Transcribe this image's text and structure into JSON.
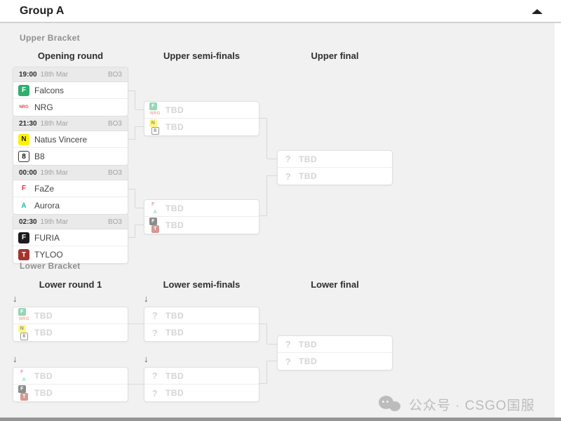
{
  "header": {
    "title": "Group A"
  },
  "icons": {
    "down_arrow": "↓",
    "unknown": "?"
  },
  "upper": {
    "section_label": "Upper Bracket",
    "columns": [
      "Opening round",
      "Upper semi-finals",
      "Upper final"
    ],
    "matches": [
      {
        "time": "19:00",
        "date": "18th Mar",
        "format": "BO3",
        "rows": [
          {
            "name": "Falcons"
          },
          {
            "name": "NRG"
          }
        ]
      },
      {
        "time": "21:30",
        "date": "18th Mar",
        "format": "BO3",
        "rows": [
          {
            "name": "Natus Vincere"
          },
          {
            "name": "B8"
          }
        ]
      },
      {
        "time": "00:00",
        "date": "19th Mar",
        "format": "BO3",
        "rows": [
          {
            "name": "FaZe"
          },
          {
            "name": "Aurora"
          }
        ]
      },
      {
        "time": "02:30",
        "date": "19th Mar",
        "format": "BO3",
        "rows": [
          {
            "name": "FURIA"
          },
          {
            "name": "TYLOO"
          }
        ]
      }
    ],
    "semifinals": [
      {
        "rows": [
          {
            "name": "TBD"
          },
          {
            "name": "TBD"
          }
        ]
      },
      {
        "rows": [
          {
            "name": "TBD"
          },
          {
            "name": "TBD"
          }
        ]
      }
    ],
    "final": {
      "rows": [
        {
          "name": "TBD"
        },
        {
          "name": "TBD"
        }
      ]
    }
  },
  "lower": {
    "section_label": "Lower Bracket",
    "columns": [
      "Lower round 1",
      "Lower semi-finals",
      "Lower final"
    ],
    "round1": [
      {
        "rows": [
          {
            "name": "TBD"
          },
          {
            "name": "TBD"
          }
        ]
      },
      {
        "rows": [
          {
            "name": "TBD"
          },
          {
            "name": "TBD"
          }
        ]
      }
    ],
    "semifinals": [
      {
        "rows": [
          {
            "name": "TBD"
          },
          {
            "name": "TBD"
          }
        ]
      },
      {
        "rows": [
          {
            "name": "TBD"
          },
          {
            "name": "TBD"
          }
        ]
      }
    ],
    "final": {
      "rows": [
        {
          "name": "TBD"
        },
        {
          "name": "TBD"
        }
      ]
    }
  },
  "logos": {
    "falcons": {
      "glyph": "F",
      "bg": "#2fae6d",
      "fg": "#ffffff"
    },
    "nrg": {
      "glyph": "NRG",
      "fg": "#e25041"
    },
    "navi": {
      "glyph": "N",
      "bg": "#fff200",
      "fg": "#1c1c1c"
    },
    "b8": {
      "glyph": "8",
      "bg": "#ffffff",
      "fg": "#111111",
      "border": "#333333"
    },
    "faze": {
      "glyph": "F",
      "fg": "#e0344c"
    },
    "aurora": {
      "glyph": "A",
      "fg": "#19bfa2"
    },
    "furia": {
      "glyph": "F",
      "bg": "#1b1b1b",
      "fg": "#ffffff"
    },
    "tyloo": {
      "glyph": "T",
      "bg": "#a5342c",
      "fg": "#ffffff"
    }
  },
  "watermark": {
    "text": "公众号 · CSGO国服"
  },
  "colors": {
    "connector": "#d8d8d8",
    "tbd_text": "#d4d4d4",
    "panel_bg": "#f1f1f2"
  }
}
